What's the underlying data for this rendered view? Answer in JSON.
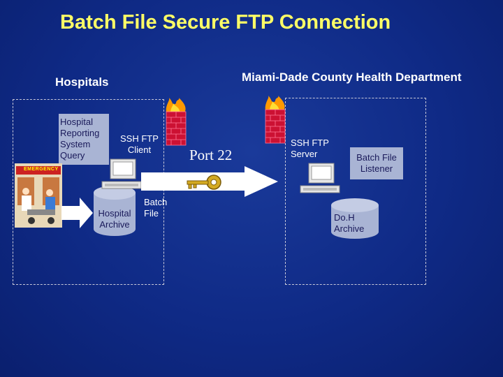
{
  "slide": {
    "title": "Batch File Secure FTP Connection"
  },
  "left_zone": {
    "heading": "Hospitals",
    "query_box": "Hospital\nReporting\nSystem\nQuery",
    "client_label": "SSH FTP\nClient",
    "archive_label": "Hospital\nArchive",
    "batch_label": "Batch\nFile",
    "emergency_sign": "EMERGENCY"
  },
  "channel": {
    "port_label": "Port 22"
  },
  "right_zone": {
    "heading": "Miami-Dade County Health Department",
    "server_label": "SSH FTP\nServer",
    "listener_box": "Batch File\nListener",
    "archive_label": "Do.H\nArchive"
  },
  "colors": {
    "title": "#ffff66",
    "background": "#0f2a86",
    "box_fill": "#a9b4d4",
    "arrow_fill": "#ffffff",
    "firewall_brick": "#cc1133",
    "flame": "#ff9900"
  }
}
